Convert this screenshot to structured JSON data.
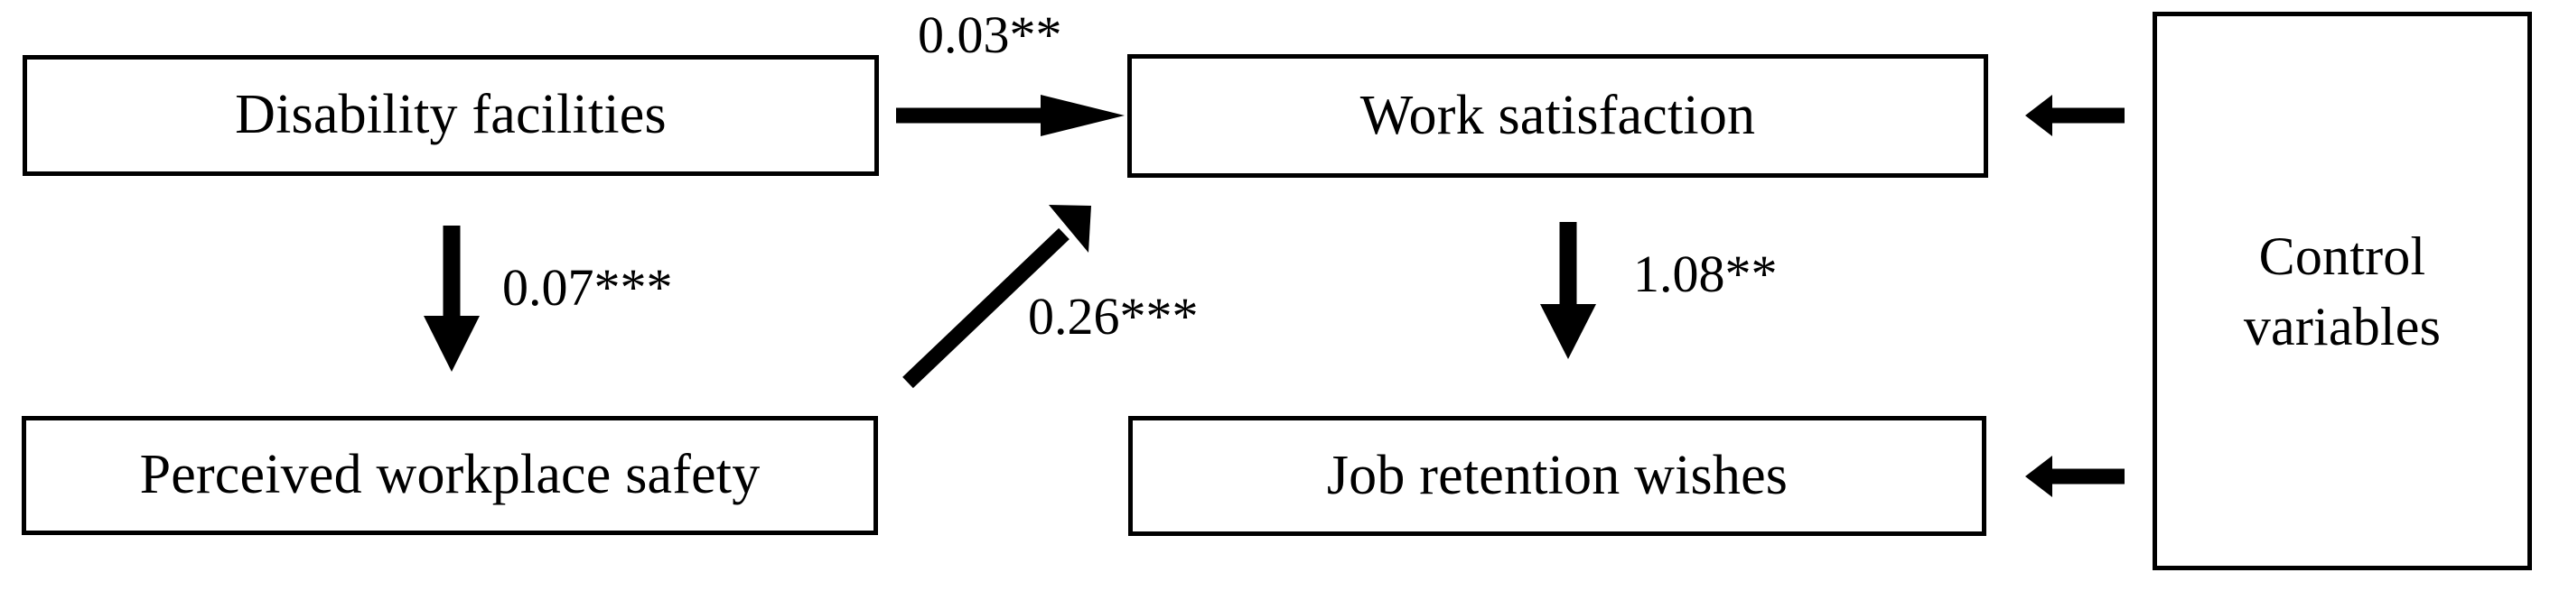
{
  "diagram": {
    "type": "path-model",
    "background_color": "#ffffff",
    "line_color": "#000000",
    "nodes": [
      {
        "id": "disability-facilities",
        "label": "Disability facilities"
      },
      {
        "id": "work-satisfaction",
        "label": "Work satisfaction"
      },
      {
        "id": "perceived-safety",
        "label": "Perceived workplace safety"
      },
      {
        "id": "job-retention",
        "label": "Job retention wishes"
      },
      {
        "id": "control-variables",
        "label": "Control\nvariables"
      }
    ],
    "edges": [
      {
        "id": "df-to-ws",
        "from": "disability-facilities",
        "to": "work-satisfaction",
        "coefficient": "0.03",
        "significance": "**",
        "label": "0.03**",
        "direction": "right"
      },
      {
        "id": "df-to-pws",
        "from": "disability-facilities",
        "to": "perceived-safety",
        "coefficient": "0.07",
        "significance": "***",
        "label": "0.07***",
        "direction": "down"
      },
      {
        "id": "pws-to-ws",
        "from": "perceived-safety",
        "to": "work-satisfaction",
        "coefficient": "0.26",
        "significance": "***",
        "label": "0.26***",
        "direction": "diagonal-up-right"
      },
      {
        "id": "ws-to-jrw",
        "from": "work-satisfaction",
        "to": "job-retention",
        "coefficient": "1.08",
        "significance": "**",
        "label": "1.08**",
        "direction": "down"
      },
      {
        "id": "cv-to-ws",
        "from": "control-variables",
        "to": "work-satisfaction",
        "coefficient": "",
        "significance": "",
        "label": "",
        "direction": "left"
      },
      {
        "id": "cv-to-jrw",
        "from": "control-variables",
        "to": "job-retention",
        "coefficient": "",
        "significance": "",
        "label": "",
        "direction": "left"
      }
    ]
  }
}
